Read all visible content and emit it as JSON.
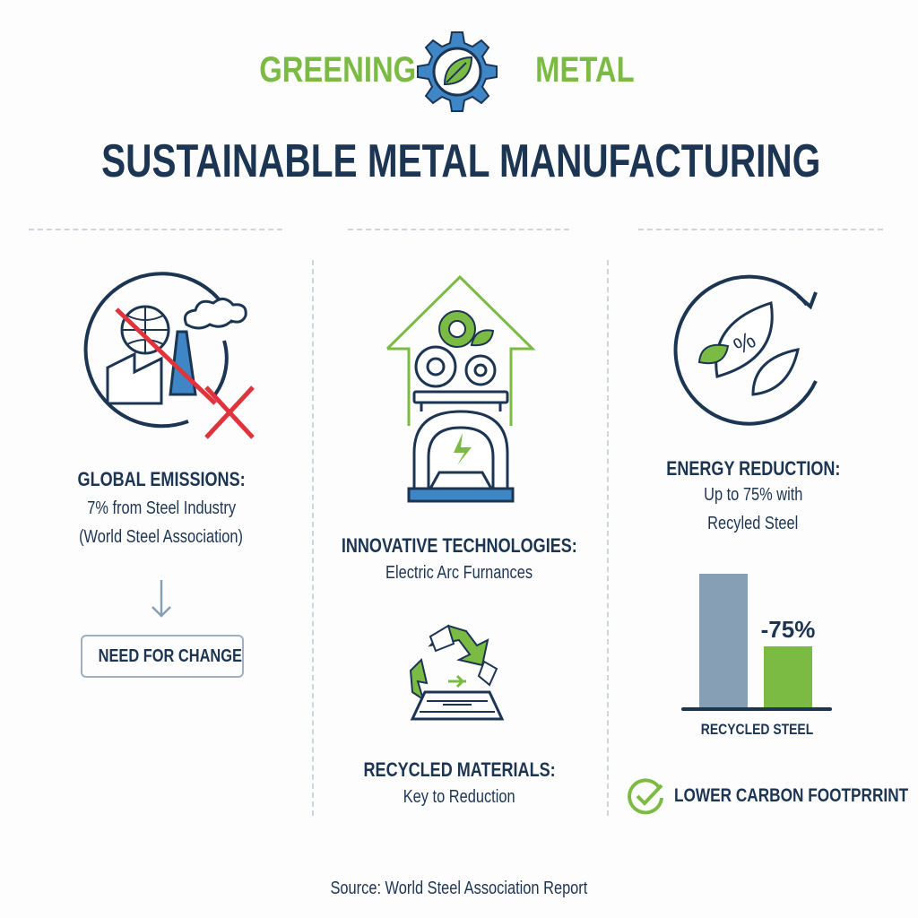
{
  "header": {
    "brand_left": "GREENING",
    "brand_right": "METAL",
    "logo_icon": "gear-leaf-icon",
    "title": "SUSTAINABLE METAL MANUFACTURING"
  },
  "colors": {
    "navy": "#1c3553",
    "green": "#7cbb43",
    "blue": "#3e86c6",
    "red": "#e0343c",
    "gray_bar": "#879fb5"
  },
  "col1": {
    "icon": "factory-emissions-crossed-icon",
    "heading": "GLOBAL EMISSIONS:",
    "line1": "7% from Steel Industry",
    "line2": "(World Steel Association)",
    "arrow_icon": "arrow-down-icon",
    "button": "NEED FOR CHANGE"
  },
  "col2": {
    "icon": "electric-arc-furnace-icon",
    "heading": "INNOVATIVE TECHNOLOGIES:",
    "line1": "Electric Arc Furnances",
    "icon2": "recycling-icon",
    "heading2": "RECYCLED MATERIALS:",
    "line2": "Key to Reduction"
  },
  "col3": {
    "icon": "leaf-percent-cycle-icon",
    "heading": "ENERGY REDUCTION:",
    "line1": "Up to 75% with",
    "line2": "Recyled Steel",
    "check_icon": "check-circle-icon",
    "footer_label": "LOWER CARBON FOOTPRRINT"
  },
  "chart_data": {
    "type": "bar",
    "categories": [
      "",
      ""
    ],
    "values": [
      100,
      46
    ],
    "bar_colors": [
      "#879fb5",
      "#7cbb43"
    ],
    "data_labels": [
      "",
      "-75%"
    ],
    "xlabel": "RECYCLED STEEL",
    "ylabel": "",
    "grid": false
  },
  "footer": {
    "source": "Source: World Steel Association Report"
  }
}
